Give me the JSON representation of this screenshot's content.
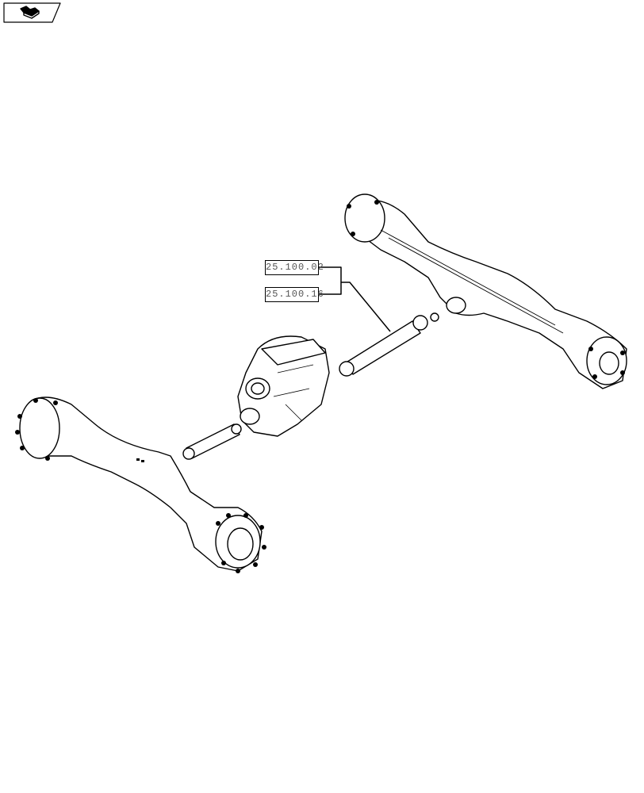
{
  "nav_icon": "book-page-icon",
  "references": [
    {
      "code": "25.100.02"
    },
    {
      "code": "25.100.16"
    }
  ],
  "parts": [
    "rear-axle",
    "rear-drive-shaft",
    "transmission",
    "front-drive-shaft",
    "front-axle"
  ]
}
